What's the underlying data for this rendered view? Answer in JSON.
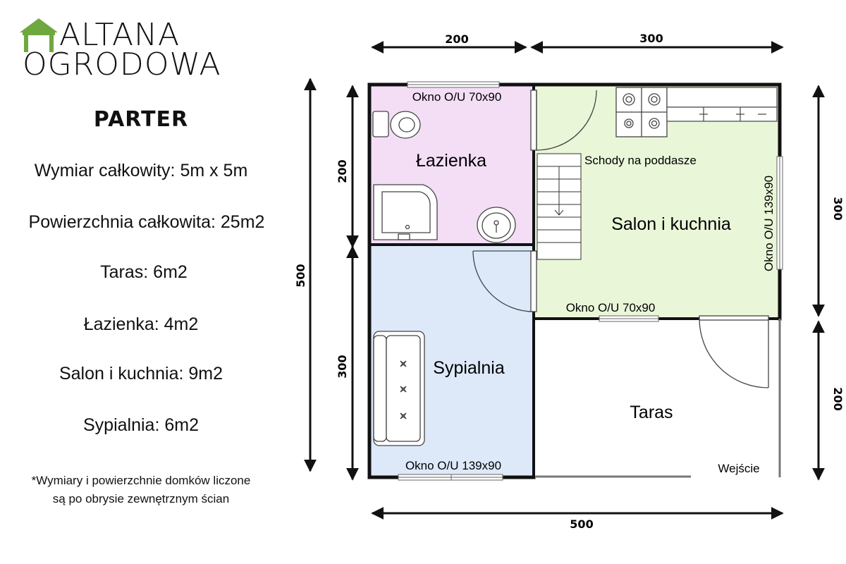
{
  "logo": {
    "line1": "ALTANA",
    "line2": "OGRODOWA",
    "color": "#6fa83f"
  },
  "title": "PARTER",
  "stats": [
    "Wymiar całkowity: 5m x 5m",
    "Powierzchnia całkowita: 25m2",
    "Taras: 6m2",
    "Łazienka: 4m2",
    "Salon i kuchnia: 9m2",
    "Sypialnia: 6m2"
  ],
  "note": {
    "line1": "*Wymiary i powierzchnie domków liczone",
    "line2": "są po obrysie zewnętrznym ścian"
  },
  "dimensions": {
    "top_left": "200",
    "top_right": "300",
    "bottom": "500",
    "left_total": "500",
    "left_upper": "200",
    "left_lower": "300",
    "right_upper": "300",
    "right_lower": "200"
  },
  "rooms": {
    "bathroom": {
      "label": "Łazienka",
      "color": "#f3def6"
    },
    "living": {
      "label": "Salon i kuchnia",
      "color": "#eaf6d8"
    },
    "bedroom": {
      "label": "Sypialnia",
      "color": "#dde9f9"
    },
    "terrace": {
      "label": "Taras"
    }
  },
  "labels": {
    "bath_window": "Okno O/U 70x90",
    "stairs": "Schody na poddasze",
    "living_window_side": "Okno O/U 139x90",
    "living_window_bottom": "Okno O/U 70x90",
    "bedroom_window": "Okno O/U 139x90",
    "entrance": "Wejście"
  }
}
